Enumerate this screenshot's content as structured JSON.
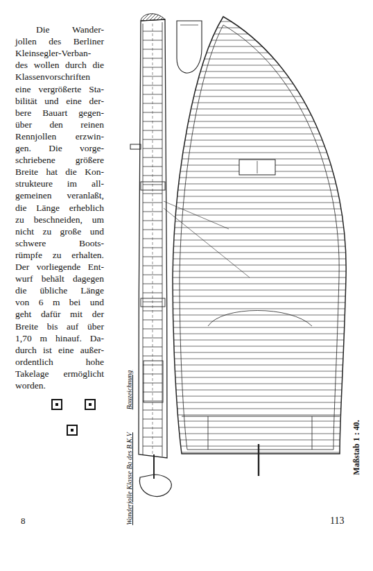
{
  "diagram": {
    "labels": [
      "Die Wander-",
      "jollen des Berliner",
      "Kleinsegler-Verban-",
      "des wollen durch die",
      "Klassenvorschriften",
      "eine vergrößerte Sta-",
      "bilität und eine der-",
      "bere Bauart gegen-",
      "über den reinen",
      "Rennjollen erzwin-",
      "gen. Die vorge-",
      "schriebene größere",
      "Breite hat die Kon-",
      "strukteure im all-",
      "gemeinen veranlaßt,",
      "die Länge erheblich",
      "zu beschneiden, um",
      "nicht zu große und",
      "schwere Boots-",
      "rümpfe zu erhalten.",
      "Der vorliegende Ent-",
      "wurf behält dagegen",
      "die übliche Länge",
      "von 6 m bei und",
      "geht dafür mit der",
      "Breite bis auf über",
      "1,70 m hinauf. Da-",
      "durch ist eine außer-",
      "ordentlich hohe",
      "Takelage ermöglicht",
      "worden.",
      "8",
      "113",
      "Maßstab 1 : 40.",
      "Wanderjolle Klasse Ba des B.K.V",
      "Bauzeichnung"
    ]
  }
}
